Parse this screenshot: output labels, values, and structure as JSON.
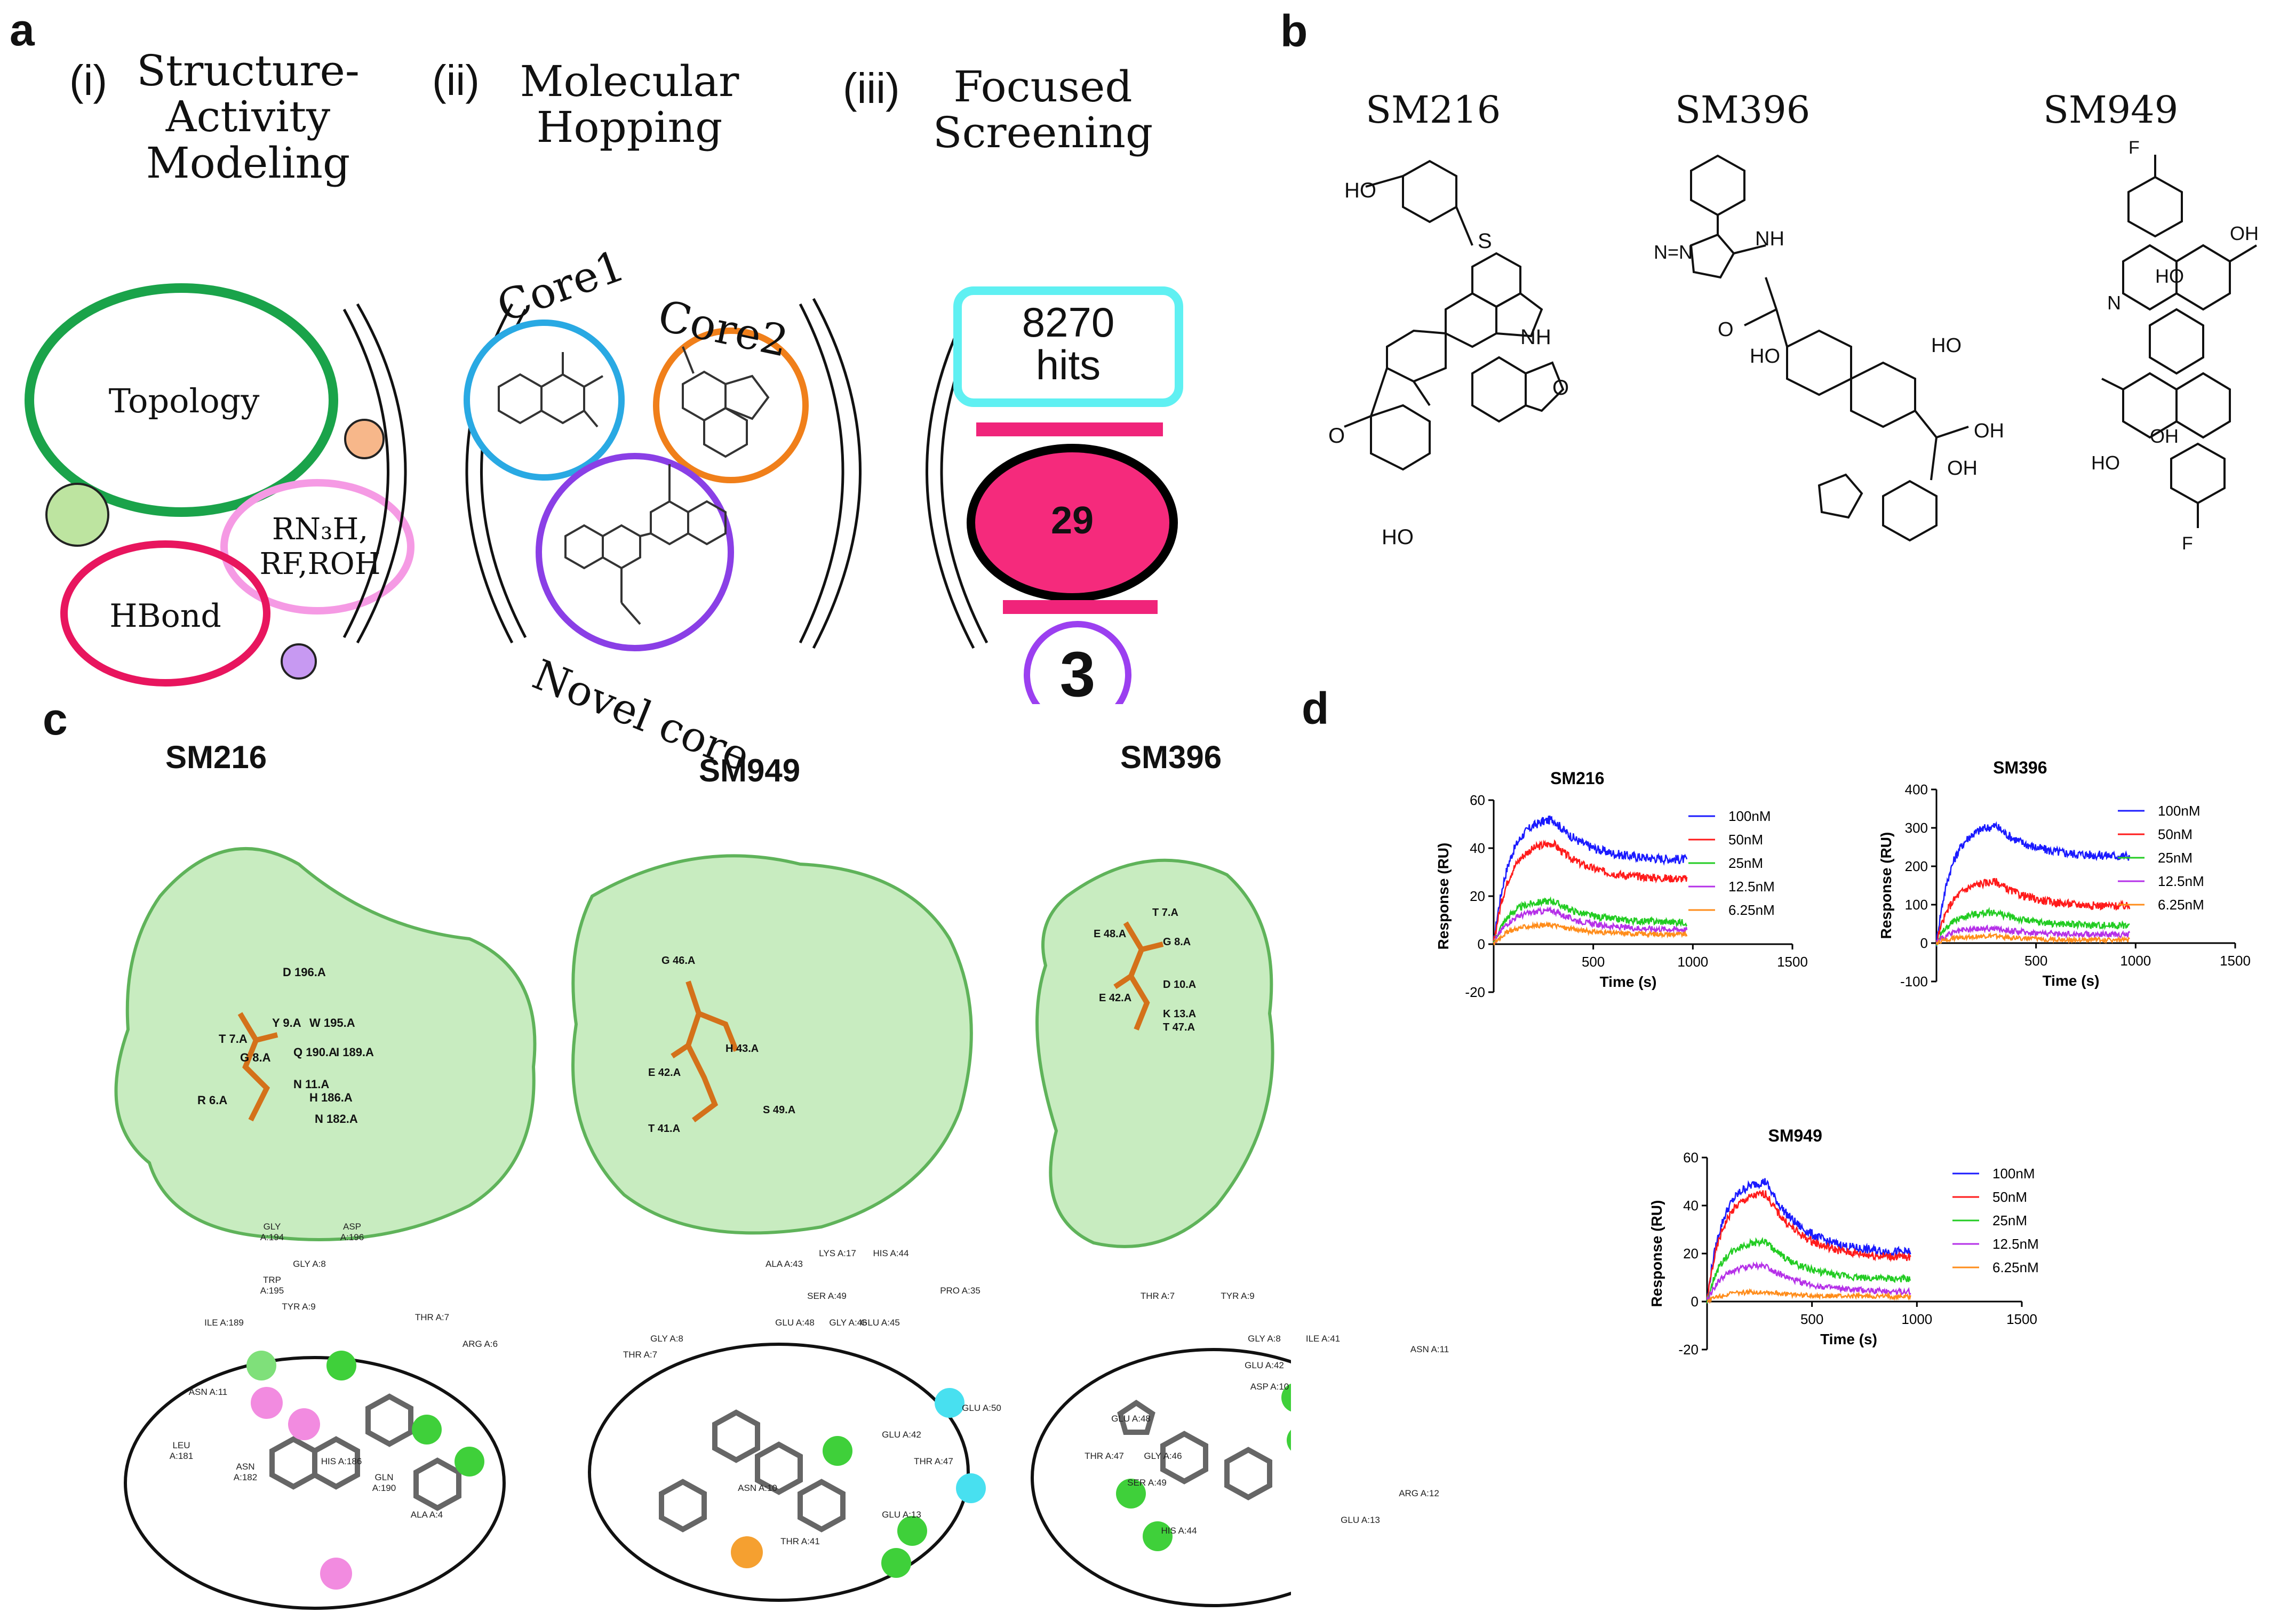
{
  "panel_labels": {
    "a": "a",
    "b": "b",
    "c": "c",
    "d": "d"
  },
  "panel_a": {
    "stages": [
      {
        "num": "(i)",
        "title": "Structure-\nActivity\nModeling"
      },
      {
        "num": "(ii)",
        "title": "Molecular\nHopping"
      },
      {
        "num": "(iii)",
        "title": "Focused\nScreening"
      }
    ],
    "ellipses": {
      "topology": "Topology",
      "rn3h_line1": "RN₃H,",
      "rn3h_line2": "RF,ROH",
      "hbond": "HBond"
    },
    "cores": {
      "core1": "Core1",
      "core2": "Core2",
      "novel": "Novel core"
    },
    "funnel": {
      "hits_value": "8270",
      "hits_label": "hits",
      "middle": "29",
      "final": "3"
    }
  },
  "panel_b": {
    "compounds": [
      "SM216",
      "SM396",
      "SM949"
    ]
  },
  "panel_c": {
    "titles": [
      "SM216",
      "SM949",
      "SM396"
    ],
    "sm216_residues": [
      "D 196.A",
      "W 195.A",
      "T 7.A",
      "G 8.A",
      "Y 9.A",
      "Q 190.A",
      "I 189.A",
      "N 11.A",
      "H 186.A",
      "R 6.A",
      "N 182.A"
    ],
    "sm949_residues": [
      "T 41.A",
      "E 42.A",
      "H 43.A",
      "G 46.A",
      "S 49.A"
    ],
    "sm396_residues": [
      "T 7.A",
      "E 48.A",
      "G 8.A",
      "D 10.A",
      "E 42.A",
      "K 13.A",
      "T 47.A"
    ],
    "interaction_labels_sm216": [
      "GLY A:194",
      "ASP A:196",
      "GLY A:8",
      "TRP A:195",
      "TYR A:9",
      "ILE A:189",
      "THR A:7",
      "ARG A:6",
      "ASN A:11",
      "LEU A:181",
      "ASN A:182",
      "HIS A:186",
      "GLN A:190",
      "ALA A:4"
    ],
    "interaction_labels_sm949": [
      "ALA A:43",
      "LYS A:17",
      "HIS A:44",
      "GLY A:8",
      "SER A:49",
      "THR A:7",
      "GLU A:48",
      "GLY A:46",
      "GLU A:45",
      "PRO A:35",
      "GLU A:50",
      "GLU A:42",
      "THR A:47",
      "ASN A:10",
      "GLU A:13",
      "THR A:41"
    ],
    "interaction_labels_sm396": [
      "THR A:7",
      "TYR A:9",
      "GLY A:8",
      "ILE A:41",
      "GLU A:42",
      "ASN A:11",
      "ASP A:10",
      "GLU A:48",
      "THR A:47",
      "GLY A:46",
      "SER A:49",
      "ARG A:12",
      "GLU A:13",
      "HIS A:44"
    ]
  },
  "colors": {
    "green_ellipse": "#1aa34a",
    "pink_ellipse": "#f59ae4",
    "crimson_ellipse": "#e8155e",
    "cyan_box": "#5ff0f2",
    "magenta_fill": "#f52a7c",
    "purple_ring": "#9b3ff0",
    "core1_ring": "#29a9e3",
    "core2_ring": "#f07f1a",
    "novel_ring": "#8a3fe6",
    "surface": "#c8ecc0",
    "ligand": "#d4711a",
    "c100": "#1a1aff",
    "c50": "#ff1a1a",
    "c25": "#22cc22",
    "c12": "#b530e8",
    "c6": "#ff8c1a"
  },
  "chart_data": [
    {
      "type": "line",
      "title": "SM216",
      "xlabel": "Time (s)",
      "ylabel": "Response (RU)",
      "xlim": [
        0,
        1500
      ],
      "ylim": [
        -20,
        60
      ],
      "xticks": [
        500,
        1000,
        1500
      ],
      "yticks": [
        -20,
        0,
        20,
        40,
        60
      ],
      "association_end": 300,
      "data_end": 970,
      "series": [
        {
          "name": "100nM",
          "color": "#1a1aff",
          "peak": 52,
          "plateau": 35
        },
        {
          "name": "50nM",
          "color": "#ff1a1a",
          "peak": 42,
          "plateau": 27
        },
        {
          "name": "25nM",
          "color": "#22cc22",
          "peak": 18,
          "plateau": 9
        },
        {
          "name": "12.5nM",
          "color": "#b530e8",
          "peak": 14,
          "plateau": 6
        },
        {
          "name": "6.25nM",
          "color": "#ff8c1a",
          "peak": 8,
          "plateau": 4
        }
      ]
    },
    {
      "type": "line",
      "title": "SM396",
      "xlabel": "Time (s)",
      "ylabel": "Response (RU)",
      "xlim": [
        0,
        1500
      ],
      "ylim": [
        -100,
        400
      ],
      "xticks": [
        500,
        1000,
        1500
      ],
      "yticks": [
        -100,
        0,
        100,
        200,
        300,
        400
      ],
      "association_end": 300,
      "data_end": 970,
      "series": [
        {
          "name": "100nM",
          "color": "#1a1aff",
          "peak": 305,
          "plateau": 225
        },
        {
          "name": "50nM",
          "color": "#ff1a1a",
          "peak": 160,
          "plateau": 95
        },
        {
          "name": "25nM",
          "color": "#22cc22",
          "peak": 80,
          "plateau": 45
        },
        {
          "name": "12.5nM",
          "color": "#b530e8",
          "peak": 38,
          "plateau": 22
        },
        {
          "name": "6.25nM",
          "color": "#ff8c1a",
          "peak": 18,
          "plateau": 8
        }
      ]
    },
    {
      "type": "line",
      "title": "SM949",
      "xlabel": "Time (s)",
      "ylabel": "Response (RU)",
      "xlim": [
        0,
        1500
      ],
      "ylim": [
        -20,
        60
      ],
      "xticks": [
        500,
        1000,
        1500
      ],
      "yticks": [
        -20,
        0,
        20,
        40,
        60
      ],
      "association_end": 280,
      "data_end": 970,
      "series": [
        {
          "name": "100nM",
          "color": "#1a1aff",
          "peak": 50,
          "plateau": 20
        },
        {
          "name": "50nM",
          "color": "#ff1a1a",
          "peak": 45,
          "plateau": 18
        },
        {
          "name": "25nM",
          "color": "#22cc22",
          "peak": 25,
          "plateau": 9
        },
        {
          "name": "12.5nM",
          "color": "#b530e8",
          "peak": 15,
          "plateau": 4
        },
        {
          "name": "6.25nM",
          "color": "#ff8c1a",
          "peak": 4,
          "plateau": 2
        }
      ]
    }
  ]
}
